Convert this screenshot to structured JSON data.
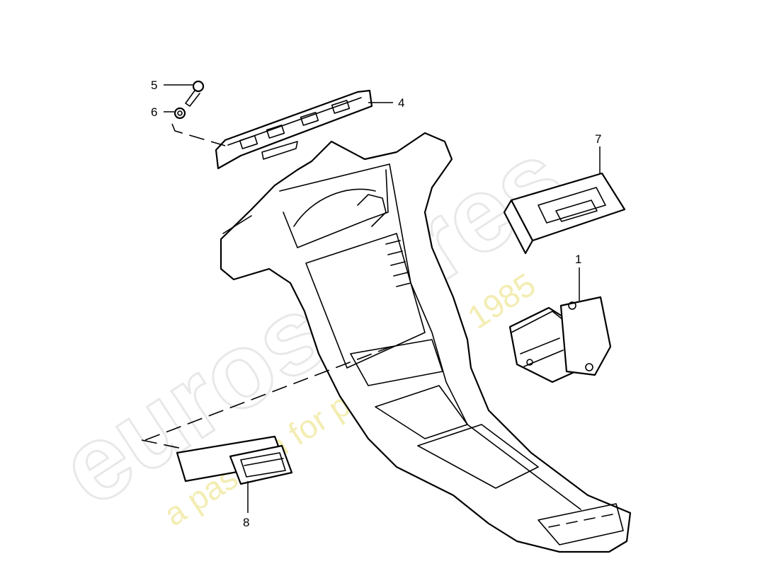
{
  "watermark": {
    "brand": "eurospares",
    "tagline": "a passion for parts since 1985",
    "tagline_color": "#efe79a"
  },
  "callouts": [
    {
      "id": "1",
      "label": "1"
    },
    {
      "id": "4",
      "label": "4"
    },
    {
      "id": "5",
      "label": "5"
    },
    {
      "id": "6",
      "label": "6"
    },
    {
      "id": "7",
      "label": "7"
    },
    {
      "id": "8",
      "label": "8"
    }
  ]
}
